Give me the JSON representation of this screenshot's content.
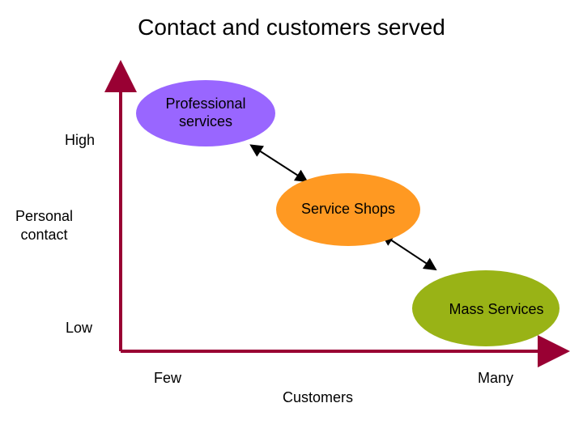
{
  "title": "Contact and customers served",
  "y_axis": {
    "high_label": "High",
    "mid_label": "Personal\ncontact",
    "low_label": "Low"
  },
  "x_axis": {
    "few_label": "Few",
    "many_label": "Many",
    "title": "Customers"
  },
  "nodes": [
    {
      "label": "Professional services",
      "color": "#9966ff"
    },
    {
      "label": "Service Shops",
      "color": "#ff9922"
    },
    {
      "label": "Mass Services",
      "color": "#99b316"
    }
  ],
  "colors": {
    "axis": "#990033",
    "arrow": "#000000"
  }
}
